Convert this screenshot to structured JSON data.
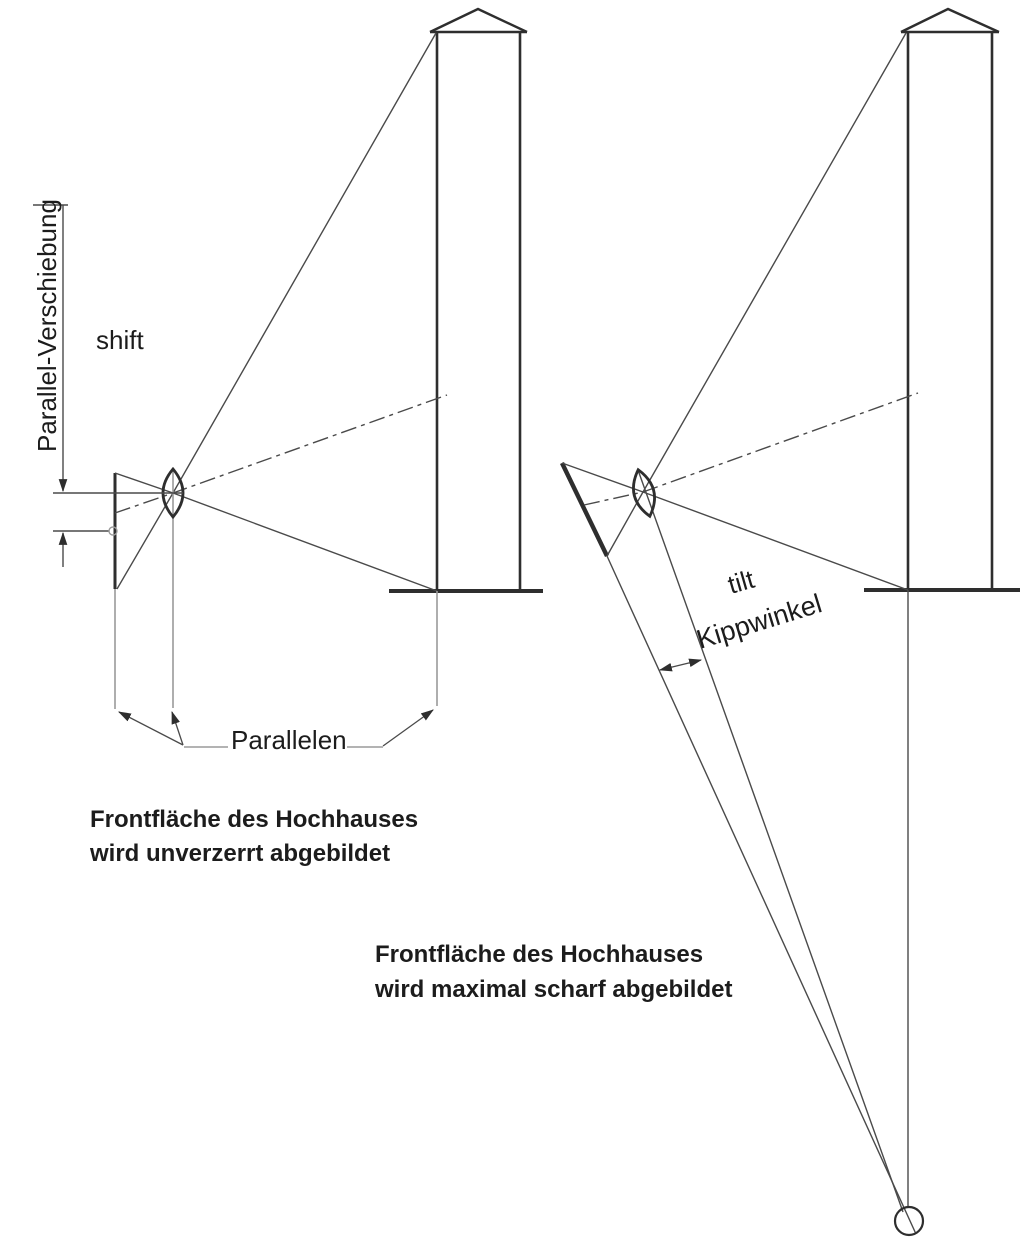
{
  "title": "Tilt-Shift-Prinzip Diagramm",
  "colors": {
    "line_dark": "#2e2e2e",
    "line_gray": "#9a9a9a",
    "text_color": "#1c1c1c",
    "bg": "#ffffff"
  },
  "left_diagram": {
    "shift_dimension_label": "Parallel-Verschiebung",
    "shift_label": "shift",
    "parallels_label": "Parallelen",
    "caption_line1": "Frontfläche des Hochhauses",
    "caption_line2": "wird unverzerrt abgebildet"
  },
  "right_diagram": {
    "tilt_label": "tilt",
    "tilt_angle_label": "Kippwinkel",
    "caption_line1": "Frontfläche des Hochhauses",
    "caption_line2": "wird maximal scharf abgebildet"
  }
}
